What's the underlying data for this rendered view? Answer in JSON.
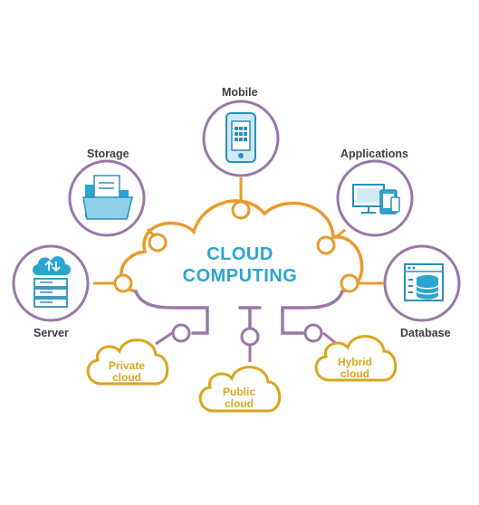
{
  "center": {
    "line1": "CLOUD",
    "line2": "COMPUTING"
  },
  "services": {
    "mobile": "Mobile",
    "storage": "Storage",
    "applications": "Applications",
    "server": "Server",
    "database": "Database"
  },
  "deployment": {
    "private": {
      "line1": "Private",
      "line2": "cloud"
    },
    "public": {
      "line1": "Public",
      "line2": "cloud"
    },
    "hybrid": {
      "line1": "Hybrid",
      "line2": "cloud"
    }
  },
  "colors": {
    "orange": "#e99a2d",
    "purple": "#9a77a8",
    "blue": "#2aa5cf",
    "yellow": "#d8a61e",
    "text": "#3d3d4a"
  }
}
